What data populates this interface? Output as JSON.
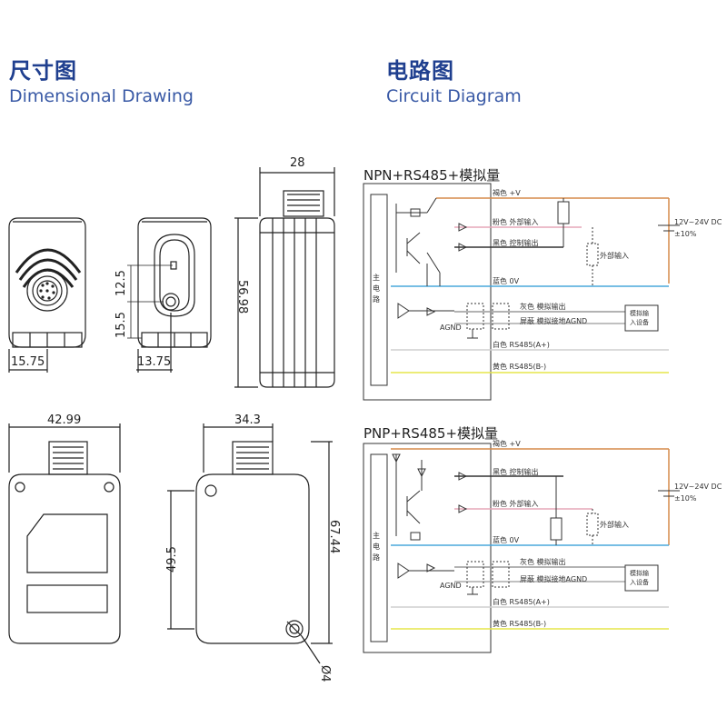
{
  "headers": {
    "dimensional_cn": "尺寸图",
    "dimensional_en": "Dimensional Drawing",
    "circuit_cn": "电路图",
    "circuit_en": "Circuit Diagram"
  },
  "dimensions": {
    "front_bottom": "15.75",
    "side_bottom": "13.75",
    "side_v1": "12.5",
    "side_v2": "15.5",
    "top_width": "28",
    "top_height": "56.98",
    "bl_width": "42.99",
    "br_width": "34.3",
    "br_v_left": "49.5",
    "br_v_right": "67.44",
    "hole": "Ø4"
  },
  "npn": {
    "title": "NPN+RS485+模拟量",
    "main_circuit": "主电路",
    "w_brown": "褐色 +V",
    "w_pink": "粉色 外部输入",
    "w_black": "黑色 控制输出",
    "w_blue": "蓝色 0V",
    "w_gray": "灰色  模拟输出",
    "w_shield": "屏蔽  模拟接地AGND",
    "w_white": "白色 RS485(A+)",
    "w_yellow": "黄色 RS485(B-)",
    "agnd": "AGND",
    "power": "12V~24V DC",
    "power_tol": "±10%",
    "ext_input": "外部输入",
    "analog_device_1": "模拟输",
    "analog_device_2": "入设备"
  },
  "pnp": {
    "title": "PNP+RS485+模拟量",
    "main_circuit": "主电路",
    "w_brown": "褐色 +V",
    "w_black": "黑色  控制输出",
    "w_pink": "粉色  外部输入",
    "w_blue": "蓝色  0V",
    "w_gray": "灰色  模拟输出",
    "w_shield": "屏蔽  模拟接地AGND",
    "w_white": "白色 RS485(A+)",
    "w_yellow": "黄色 RS485(B-)",
    "agnd": "AGND",
    "power": "12V~24V DC",
    "power_tol": "±10%",
    "ext_input": "外部输入",
    "analog_device_1": "模拟输",
    "analog_device_2": "入设备"
  },
  "wire_colors": {
    "brown": "#d58a4a",
    "pink": "#e6a7b8",
    "black": "#333333",
    "blue": "#4aa8dc",
    "gray": "#9a9a9a",
    "white": "#cfcfcf",
    "yellow": "#e6e64a"
  }
}
